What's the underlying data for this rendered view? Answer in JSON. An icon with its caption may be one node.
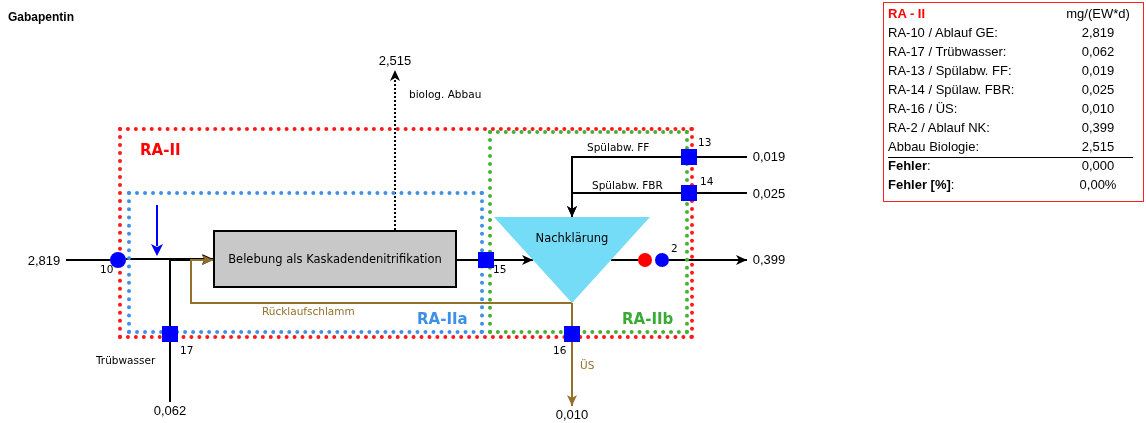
{
  "diagram": {
    "title": "Gabapentin",
    "nodes": [
      {
        "text": [
          "RA-II"
        ]
      },
      {
        "text": [
          "RA-IIa"
        ],
        "in": 0
      },
      {
        "text": [
          "RA-IIb"
        ],
        "in": 0
      },
      {
        "text": [
          "Belebung als Kaskadendenitrifikation"
        ],
        "in": 1
      },
      {
        "text": [
          "Nachklärung"
        ],
        "in": 2
      },
      {
        "text": [],
        "shape": "circle",
        "beside": [
          "10"
        ]
      },
      {
        "text": [],
        "shape": "box",
        "beside": [
          "17"
        ]
      },
      {
        "text": [],
        "shape": "box",
        "in": 0,
        "beside": [
          "15"
        ]
      },
      {
        "text": [],
        "shape": "box",
        "beside": [
          "13"
        ]
      },
      {
        "text": [],
        "shape": "box",
        "beside": [
          "14"
        ]
      },
      {
        "text": [],
        "shape": "circle",
        "in": 2
      },
      {
        "text": [],
        "shape": "circle",
        "in": 2,
        "beside": [
          "2"
        ]
      },
      {
        "text": [],
        "shape": "box",
        "beside": [
          "16"
        ]
      },
      {
        "text": [
          "2,819"
        ]
      },
      {
        "text": [
          "0,062"
        ]
      },
      {
        "text": [
          "2,515"
        ]
      },
      {
        "text": [
          "0,019"
        ]
      },
      {
        "text": [
          "0,025"
        ]
      },
      {
        "text": [
          "0,399"
        ]
      },
      {
        "text": [
          "0,010"
        ]
      }
    ],
    "edges": [
      {
        "from": 13,
        "to": 5,
        "arrow": "none"
      },
      {
        "from": 5,
        "to": 3,
        "arrow": "to"
      },
      {
        "from": 14,
        "to": 6,
        "arrow": "none",
        "label": "Trübwasser"
      },
      {
        "from": 6,
        "to": 3,
        "arrow": "to"
      },
      {
        "from": 3,
        "to": 15,
        "arrow": "to",
        "style": "dashed",
        "label": "biolog. Abbau"
      },
      {
        "from": 3,
        "to": 7,
        "arrow": "none"
      },
      {
        "from": 7,
        "to": 4,
        "arrow": "to"
      },
      {
        "from": 4,
        "to": 3,
        "arrow": "to",
        "color": "#94702a",
        "label": "Rücklaufschlamm"
      },
      {
        "from": 4,
        "to": 12,
        "arrow": "none",
        "color": "#94702a"
      },
      {
        "from": 12,
        "to": 19,
        "arrow": "to",
        "color": "#94702a",
        "label": "ÜS"
      },
      {
        "from": 16,
        "to": 8,
        "arrow": "none"
      },
      {
        "from": 8,
        "to": 4,
        "arrow": "to",
        "label": "Spülabw. FF"
      },
      {
        "from": 17,
        "to": 9,
        "arrow": "none"
      },
      {
        "from": 9,
        "to": 4,
        "arrow": "to",
        "label": "Spülabw. FBR"
      },
      {
        "from": 4,
        "to": 10,
        "arrow": "none"
      },
      {
        "from": 11,
        "to": 18,
        "arrow": "to"
      }
    ],
    "labels": [
      "RA - II",
      "mg/(EW*d)",
      "RA-10 / Ablauf  GE:",
      "2,819",
      "RA-17 / Trübwasser:",
      "0,062",
      "RA-13 / Spülabw.  FF:",
      "0,019",
      "RA-14 / Spülaw.  FBR:",
      "0,025",
      "RA-16 / ÜS:",
      "0,010",
      "RA-2 / Ablauf NK:",
      "0,399",
      "Abbau Biologie:",
      "2,515",
      "**Fehler**:",
      "0,000",
      "**Fehler [%]**:",
      "0,00%"
    ]
  }
}
